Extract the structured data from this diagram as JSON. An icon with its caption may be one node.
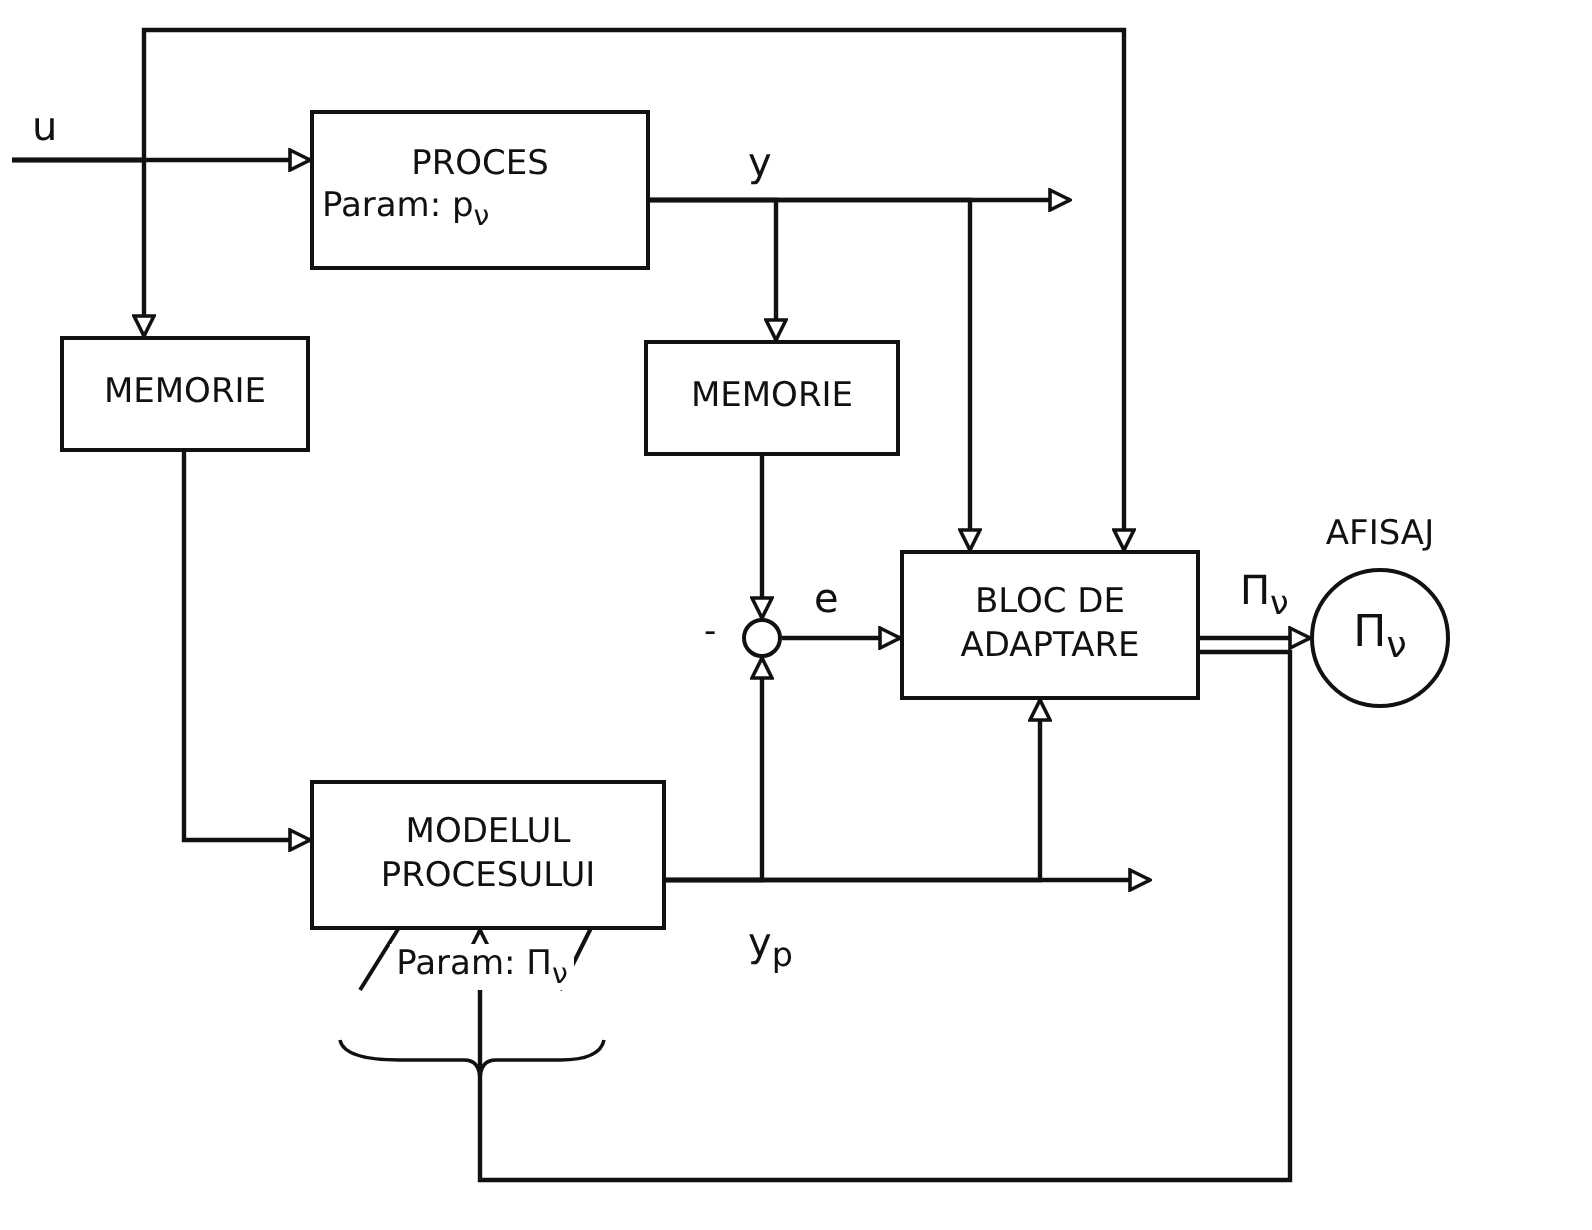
{
  "diagram": {
    "nodes": [
      {
        "text": [
          "PROCES",
          "Param: p$_{ν}$"
        ]
      },
      {
        "text": [
          "MEMORIE"
        ]
      },
      {
        "text": [
          "MEMORIE"
        ]
      },
      {
        "text": [],
        "shape": "circle",
        "beside": [
          "-"
        ]
      },
      {
        "text": [
          "BLOC DE ADAPTARE"
        ]
      },
      {
        "text": [
          "AFISAJ",
          "Π$_{ν}$"
        ]
      },
      {
        "text": [
          "MODELUL PROCESULUI"
        ],
        "beside": [
          "Param: Π$_{ν}$"
        ]
      }
    ],
    "edges": [
      {
        "from": null,
        "to": 0,
        "arrow": "to",
        "label": "u"
      },
      {
        "from": null,
        "to": 1,
        "arrow": "to"
      },
      {
        "from": null,
        "to": 4,
        "arrow": "to"
      },
      {
        "from": 0,
        "to": null,
        "arrow": "to",
        "label": "y"
      },
      {
        "from": 0,
        "to": 2,
        "arrow": "to"
      },
      {
        "from": 0,
        "to": 4,
        "arrow": "to"
      },
      {
        "from": 2,
        "to": 3,
        "arrow": "to"
      },
      {
        "from": 3,
        "to": 4,
        "arrow": "to",
        "label": "e"
      },
      {
        "from": 1,
        "to": 6,
        "arrow": "to"
      },
      {
        "from": 6,
        "to": 3,
        "arrow": "to"
      },
      {
        "from": 6,
        "to": null,
        "arrow": "to",
        "label": "y$_{p}$"
      },
      {
        "from": 6,
        "to": 4,
        "arrow": "to"
      },
      {
        "from": 4,
        "to": 5,
        "arrow": "to",
        "label": "Π$_{ν}$"
      },
      {
        "from": 4,
        "to": 6,
        "arrow": "to"
      }
    ]
  }
}
